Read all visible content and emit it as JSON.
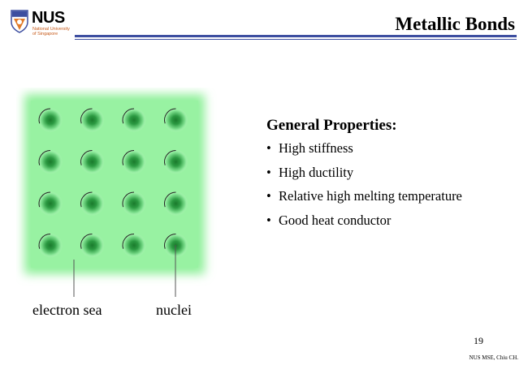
{
  "header": {
    "logo_word": "NUS",
    "logo_sub_line1": "National University",
    "logo_sub_line2": "of Singapore",
    "title": "Metallic Bonds"
  },
  "diagram": {
    "nuclei_grid": {
      "rows": 4,
      "cols": 4
    },
    "label_left": "electron sea",
    "label_right": "nuclei",
    "colors": {
      "electron_sea": "#8ff09a",
      "nucleus": "#1a7a2c"
    }
  },
  "properties": {
    "heading": "General Properties:",
    "items": [
      "High stiffness",
      "High ductility",
      "Relative high melting temperature",
      "Good heat conductor"
    ]
  },
  "footer": {
    "page_number": "19",
    "credit": "NUS MSE, Chiu CH."
  },
  "colors": {
    "rule": "#3d4ea0",
    "logo_orange": "#c65a1a"
  }
}
